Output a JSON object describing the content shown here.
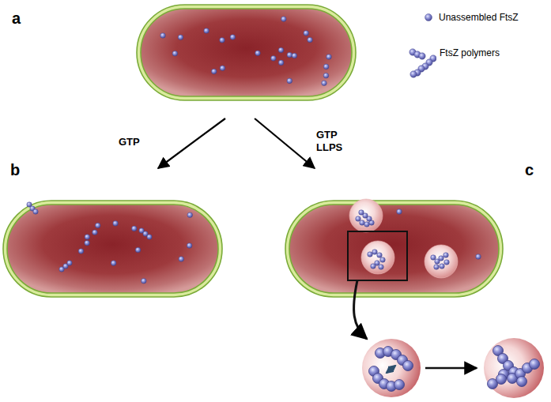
{
  "diagram": {
    "nodes": [
      {
        "text": [
          "a"
        ]
      },
      {
        "text": [
          "b"
        ]
      },
      {
        "text": [
          "c"
        ]
      }
    ],
    "edges": [
      {
        "from": 0,
        "to": 1,
        "arrow": "to",
        "label": "GTP"
      },
      {
        "from": 0,
        "to": 2,
        "arrow": "to",
        "label": "GTP LLPS"
      }
    ],
    "legend": [
      {
        "text": "Unassembled FtsZ"
      },
      {
        "text": "FtsZ polymers"
      }
    ]
  }
}
